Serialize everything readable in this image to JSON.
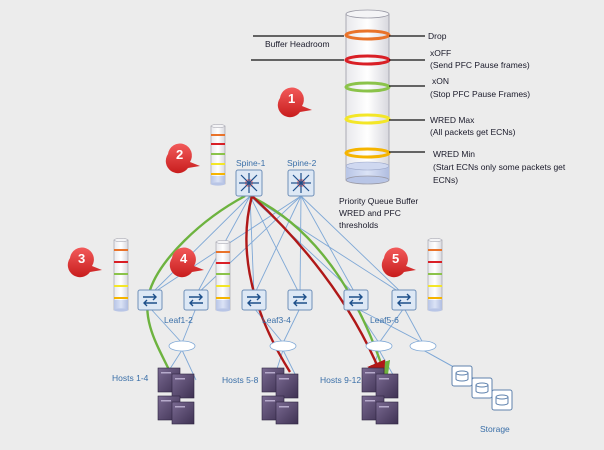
{
  "buffer_labels": {
    "headroom": "Buffer Headroom",
    "drop": "Drop",
    "xoff_title": "xOFF",
    "xoff_desc": "(Send PFC Pause frames)",
    "xon_title": "xON",
    "xon_desc": "(Stop PFC Pause Frames)",
    "wred_max_title": "WRED Max",
    "wred_max_desc": "(All packets get  ECNs)",
    "wred_min_title": "WRED Min",
    "wred_min_desc_1": "(Start ECNs only some packets get",
    "wred_min_desc_2": "ECNs)"
  },
  "caption": {
    "line1": "Priority Queue Buffer",
    "line2": "WRED and PFC",
    "line3": "thresholds"
  },
  "nodes": {
    "spine1": "Spine-1",
    "spine2": "Spine-2",
    "leaf12": "Leaf1-2",
    "leaf34": "Leaf3-4",
    "leaf56": "Leaf5-6"
  },
  "hosts": {
    "h1": "Hosts 1-4",
    "h2": "Hosts 5-8",
    "h3": "Hosts 9-12",
    "storage": "Storage"
  },
  "badges": [
    "1",
    "2",
    "3",
    "4",
    "5"
  ],
  "colors": {
    "badge": "#e03131",
    "link": "#7fa8d6",
    "path_red": "#b01818",
    "path_green": "#6db33f",
    "threshold_orange": "#e9732a",
    "threshold_red": "#d91f26",
    "threshold_green": "#8bc34a",
    "threshold_yellow": "#f3e628",
    "threshold_gold": "#f5b400",
    "buffer_fill": "#c7d3ee",
    "switch_face": "#dde8f5",
    "host_body": "#5a4a6e"
  },
  "icons": [
    "switch-icon",
    "server-icon",
    "storage-icon",
    "queue-buffer-icon",
    "hub-icon"
  ]
}
